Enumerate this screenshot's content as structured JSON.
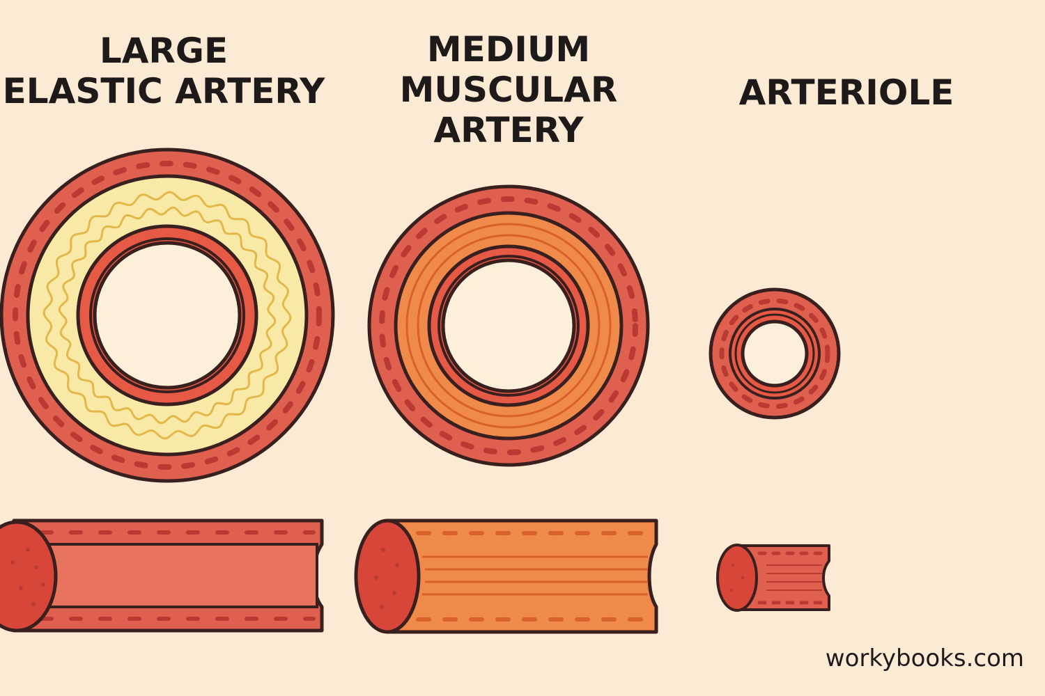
{
  "labels": {
    "large": [
      "LARGE",
      "ELASTIC ARTERY"
    ],
    "medium": [
      "MEDIUM",
      "MUSCULAR",
      "ARTERY"
    ],
    "arteriole": [
      "ARTERIOLE"
    ]
  },
  "credit": "workybooks.com",
  "colors": {
    "background": "#fcebd4",
    "outline": "#3a1f1f",
    "adventitia": "#e0604f",
    "adventitia_dots": "#b83a33",
    "elastic_layer": "#f8e9a6",
    "elastic_fibers": "#e3b84a",
    "muscle_layer": "#f08a4a",
    "muscle_lines": "#d8602c",
    "intima": "#e65a45",
    "lumen": "#fdf0da",
    "end_cap": "#d8463a"
  },
  "icons": [
    "large-artery-cross-section",
    "medium-artery-cross-section",
    "arteriole-cross-section",
    "large-artery-tube",
    "medium-artery-tube",
    "arteriole-tube"
  ]
}
